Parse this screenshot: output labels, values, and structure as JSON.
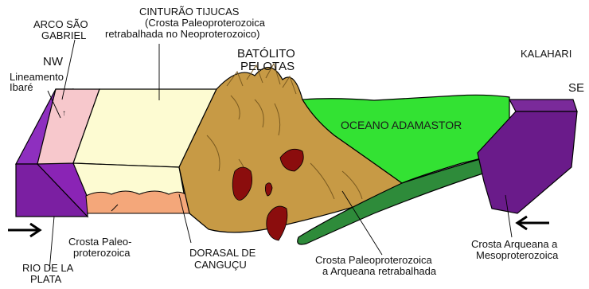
{
  "labels": {
    "cinturao_title": "CINTURÃO TIJUCAS",
    "cinturao_sub1": "(Crosta Paleoproterozoica",
    "cinturao_sub2": "retrabalhada no Neoproterozoico)",
    "arco_1": "ARCO SÃO",
    "arco_2": "GABRIEL",
    "nw": "NW",
    "se": "SE",
    "lineamento_1": "Lineamento",
    "lineamento_2": "Ibaré",
    "batolito_1": "BATÓLITO",
    "batolito_2": "PELOTAS",
    "kalahari": "KALAHARI",
    "oceano": "OCEANO ADAMASTOR",
    "crosta_paleo_1": "Crosta Paleo-",
    "crosta_paleo_2": "proterozoica",
    "rio_1": "RIO DE LA",
    "rio_2": "PLATA",
    "dorsal_1": "DORASAL DE",
    "dorsal_2": "CANGUÇU",
    "crosta_retrab_1": "Crosta Paleoproterozoica",
    "crosta_retrab_2": "a Arqueana retrabalhada",
    "crosta_arq_1": "Crosta Arqueana a",
    "crosta_arq_2": "Mesoproterozoica"
  },
  "colors": {
    "rio_de_la_plata": "#7b1fa2",
    "lineamento_ibare": "#f7c8cc",
    "cinturao_tijucas": "#fdfbd2",
    "crosta_paleo_basal": "#f4a77a",
    "dorsal_pelotas": "#c79a45",
    "oceano_adamastor": "#33e233",
    "slab": "#2e8b3a",
    "kalahari": "#6a1b8a",
    "plutons": "#8b0d0d"
  }
}
